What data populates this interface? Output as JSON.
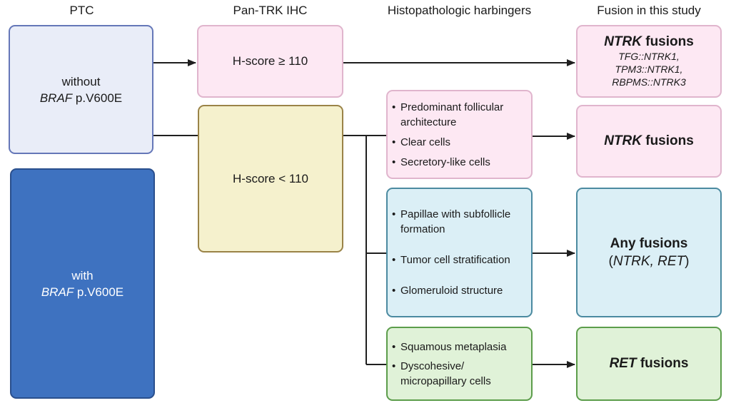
{
  "headers": {
    "ptc": "PTC",
    "ihc": "Pan-TRK IHC",
    "harbingers": "Histopathologic harbingers",
    "fusion": "Fusion in this study"
  },
  "ptc": {
    "without": {
      "line1": "without",
      "gene": "BRAF",
      "variant": " p.V600E"
    },
    "with": {
      "line1": "with",
      "gene": "BRAF",
      "variant": " p.V600E"
    }
  },
  "ihc": {
    "high": "H-score ≥ 110",
    "low": "H-score < 110"
  },
  "harbingers": {
    "ntrk": [
      "Predominant follicular architecture",
      "Clear cells",
      "Secretory-like cells"
    ],
    "any": [
      "Papillae with subfollicle formation",
      "Tumor cell stratification",
      "Glomeruloid structure"
    ],
    "ret": [
      "Squamous metaplasia",
      "Dyscohesive/ micropapillary cells"
    ]
  },
  "fusions": {
    "ntrk_high": {
      "gene": "NTRK",
      "word": " fusions",
      "list": [
        "TFG::NTRK1,",
        "TPM3::NTRK1,",
        "RBPMS::NTRK3"
      ]
    },
    "ntrk": {
      "gene": "NTRK",
      "word": " fusions"
    },
    "any": {
      "title": "Any fusions",
      "open": "(",
      "genes": "NTRK, RET",
      "close": ")"
    },
    "ret": {
      "gene": "RET",
      "word": " fusions"
    }
  },
  "bullet": "•",
  "colors": {
    "ptc_without_fill": "#e9edf8",
    "ptc_with_fill": "#3e72c0",
    "pink_fill": "#fde8f3",
    "yellow_fill": "#f5f1cd",
    "blue_fill": "#dbeff6",
    "green_fill": "#e0f2d8",
    "connector": "#1f1f1f"
  }
}
